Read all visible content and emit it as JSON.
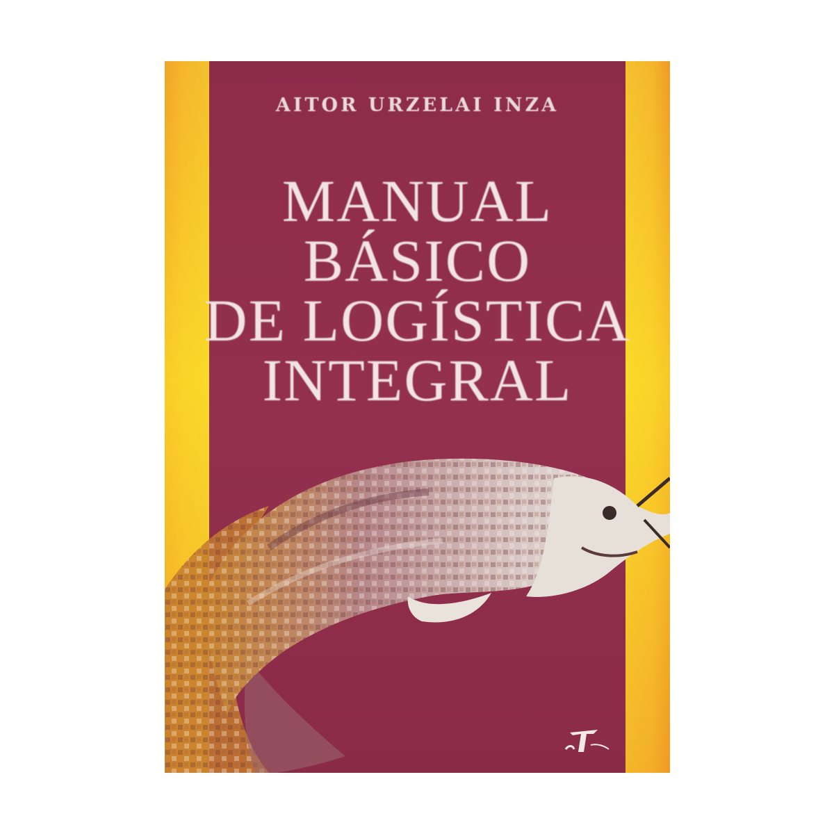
{
  "book": {
    "author": "AITOR URZELAI INZA",
    "title_lines": [
      "MANUAL",
      "BÁSICO",
      "DE LOGÍSTICA",
      "INTEGRAL"
    ]
  },
  "colors": {
    "cover_background": "#8f2f4c",
    "side_band": "#f5b52c",
    "title_text": "#f1e3e6"
  },
  "icons": {
    "artwork": "dragon-illustration-icon",
    "publisher": "publisher-logo-icon"
  }
}
